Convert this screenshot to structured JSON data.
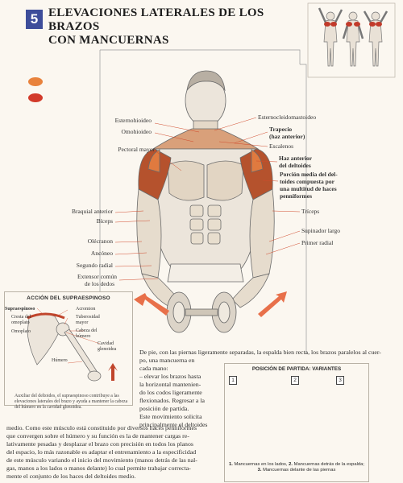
{
  "header": {
    "number": "5",
    "title_line1": "ELEVACIONES LATERALES DE LOS BRAZOS",
    "title_line2": "CON MANCUERNAS"
  },
  "colors": {
    "accent_blue": "#3d4d9a",
    "legend_orange": "#e8823c",
    "legend_red": "#d23a2a"
  },
  "labels_left": [
    "Esternohioideo",
    "Omohioideo",
    "Pectoral mayor",
    "Braquial anterior",
    "Bíceps",
    "Olécranon",
    "Ancóneo",
    "Segundo radial",
    "Extensor común",
    "de los dedos"
  ],
  "labels_right": {
    "esternocleido": "Esternocleidomastoideo",
    "trapecio": "Trapecio",
    "trapecio_sub": "(haz anterior)",
    "escalenos": "Escalenos",
    "haz_anterior_1": "Haz anterior",
    "haz_anterior_2": "del deltoides",
    "porcion_1": "Porción media del del-",
    "porcion_2": "toides compuesta por",
    "porcion_3": "una multitud de haces",
    "porcion_4": "penniformes",
    "triceps": "Tríceps",
    "supinador": "Supinador largo",
    "primer_radial": "Primer radial"
  },
  "inset": {
    "title": "ACCIÓN DEL SUPRAESPINOSO",
    "labels": {
      "supraespinoso": "Supraespinoso",
      "cresta_1": "Cresta del",
      "cresta_2": "omoplato",
      "omoplato": "Omoplato",
      "acromion": "Acromion",
      "tuberosidad_1": "Tuberosidad",
      "tuberosidad_2": "mayor",
      "cabeza_1": "Cabeza del",
      "cabeza_2": "húmero",
      "cavidad_1": "Cavidad",
      "cavidad_2": "glenoidea",
      "humero": "Húmero"
    },
    "caption": "Auxiliar del deltoides, el supraespinoso contribuye a las elevaciones laterales del brazo y ayuda a mantener la cabeza del húmero en la cavidad glenoidea."
  },
  "text": {
    "intro_line": "De pie, con las piernas ligeramente separadas, la espalda bien recta, los brazos paralelos al cuer-",
    "col_lines": [
      "po, una mancuerna en",
      "cada mano:",
      "– elevar los brazos hasta",
      "la horizontal mantenien-",
      "do los codos ligeramente",
      "flexionados. Regresar a la",
      "posición de partida.",
      "Este movimiento solicita",
      "principalmente el deltoides"
    ],
    "bottom_lines": [
      "medio. Como este músculo está constituido por diversos haces penniformes",
      "que convergen sobre el húmero y su función es la de mantener cargas re-",
      "lativamente pesadas y desplazar el brazo con precisión en todos los planos",
      "del espacio, lo más razonable es adaptar el entrenamiento a la especificidad",
      "de este músculo variando el inicio del movimiento (manos detrás de las nal-",
      "gas, manos a los lados o manos delante) lo cual permite trabajar correcta-",
      "mente el conjunto de los haces del deltoides medio."
    ]
  },
  "variants": {
    "title": "POSICIÓN DE PARTIDA: VARIANTES",
    "numbers": [
      "1",
      "2",
      "3"
    ],
    "caption_1_num": "1.",
    "caption_1": " Mancuernas en los lados, ",
    "caption_2_num": "2.",
    "caption_2": " Mancuernas detrás de la espalda;",
    "caption_3_num": "3.",
    "caption_3": " Mancuernas delante de las piernas"
  }
}
